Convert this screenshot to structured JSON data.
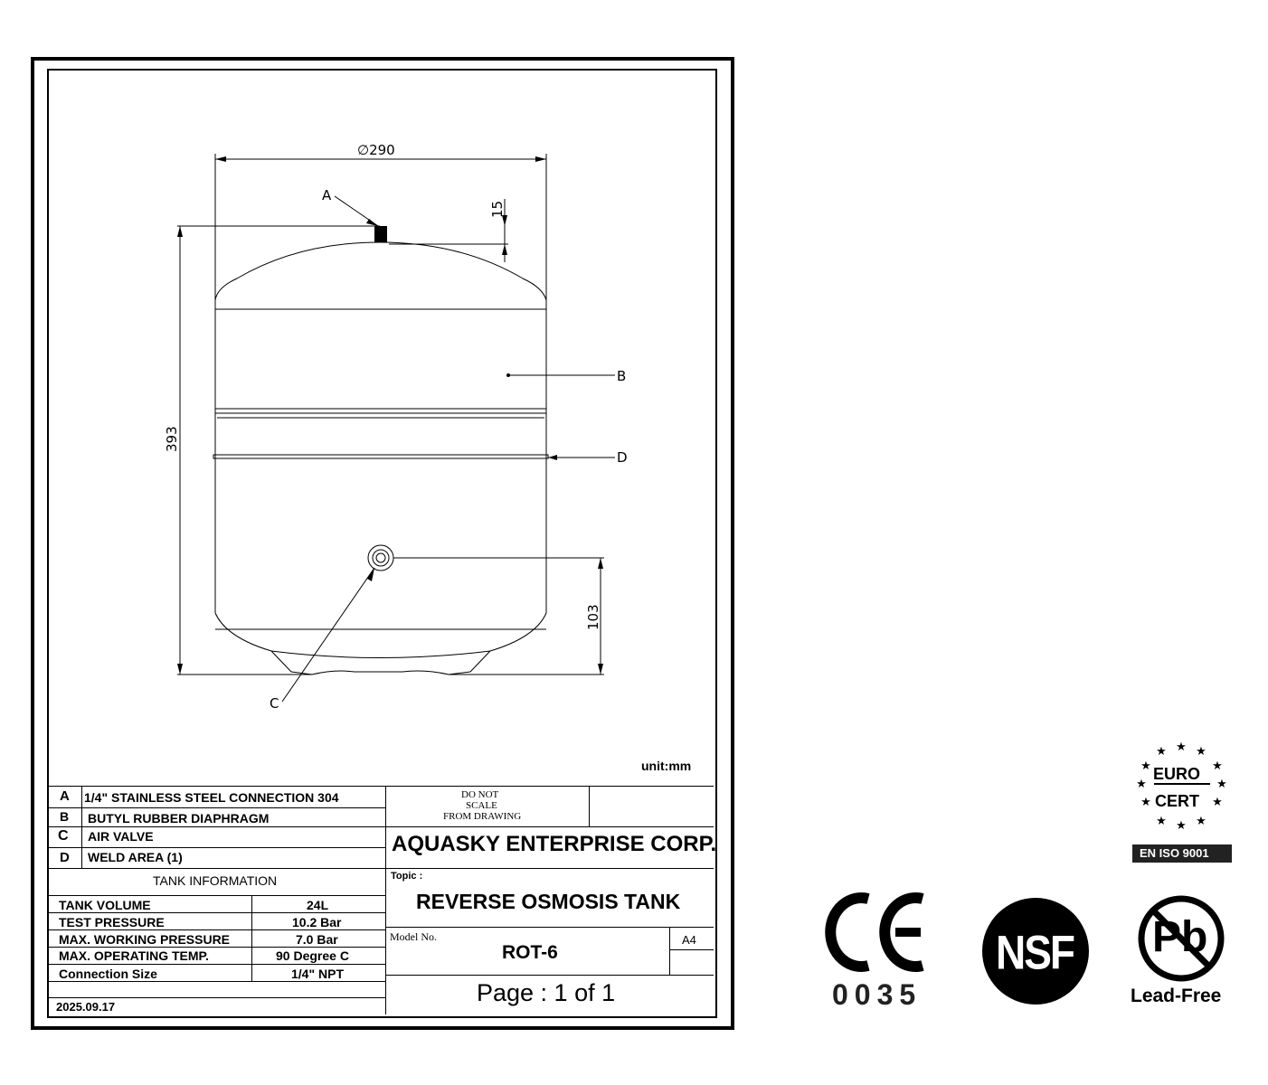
{
  "drawing": {
    "dim_diameter": "∅290",
    "dim_height": "393",
    "dim_valve": "15",
    "dim_port": "103",
    "callout_a": "A",
    "callout_b": "B",
    "callout_c": "C",
    "callout_d": "D",
    "unit_label": "unit:mm"
  },
  "parts": [
    {
      "key": "A",
      "desc": "1/4\"  STAINLESS  STEEL  CONNECTION 304"
    },
    {
      "key": "B",
      "desc": "BUTYL RUBBER   DIAPHRAGM"
    },
    {
      "key": "C",
      "desc": "AIR   VALVE"
    },
    {
      "key": "D",
      "desc": "WELD   AREA  (1)"
    }
  ],
  "tank_info": {
    "heading": "TANK  INFORMATION",
    "rows": [
      {
        "label": "TANK  VOLUME",
        "value": "24L"
      },
      {
        "label": "TEST  PRESSURE",
        "value": "10.2 Bar"
      },
      {
        "label": "MAX.  WORKING  PRESSURE",
        "value": "7.0 Bar"
      },
      {
        "label": "MAX.  OPERATING  TEMP.",
        "value": "90 Degree C"
      },
      {
        "label": "Connection  Size",
        "value": "1/4\" NPT"
      }
    ]
  },
  "date": "2025.09.17",
  "title_block": {
    "scale_note_1": "DO  NOT",
    "scale_note_2": "SCALE",
    "scale_note_3": "FROM  DRAWING",
    "company": "AQUASKY ENTERPRISE CORP.",
    "topic_label": "Topic :",
    "topic": "REVERSE OSMOSIS TANK",
    "model_label": "Model  No.",
    "model": "ROT-6",
    "sheet_size": "A4",
    "page": "Page : 1 of 1"
  },
  "certifications": {
    "eurocert_line1": "EURO",
    "eurocert_line2": "CERT",
    "eurocert_iso": "EN ISO 9001",
    "ce_mark": "CE",
    "ce_number": "0035",
    "nsf": "NSF",
    "pb": "Pb",
    "lead_free": "Lead-Free"
  }
}
